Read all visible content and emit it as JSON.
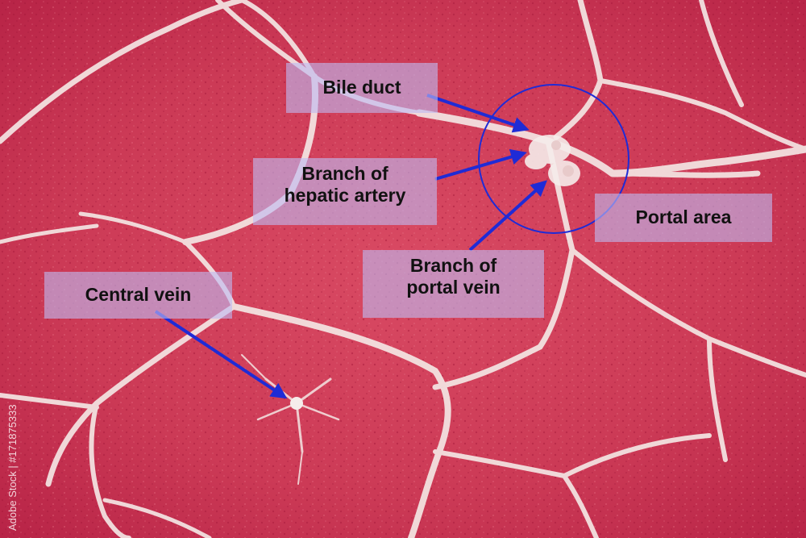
{
  "labels": {
    "bile_duct": "Bile duct",
    "hepatic_artery_line1": "Branch of",
    "hepatic_artery_line2": "hepatic artery",
    "portal_area": "Portal area",
    "portal_vein_line1": "Branch of",
    "portal_vein_line2": "portal vein",
    "central_vein": "Central vein"
  },
  "watermark": "Adobe Stock | #171875333",
  "colors": {
    "tissue": "#c8344e",
    "septa": "#f4e6e4",
    "arrow": "#1f2bd6",
    "label_bg": "#beb9f0"
  },
  "icons": [
    "arrow-icon",
    "circle-outline-icon"
  ]
}
